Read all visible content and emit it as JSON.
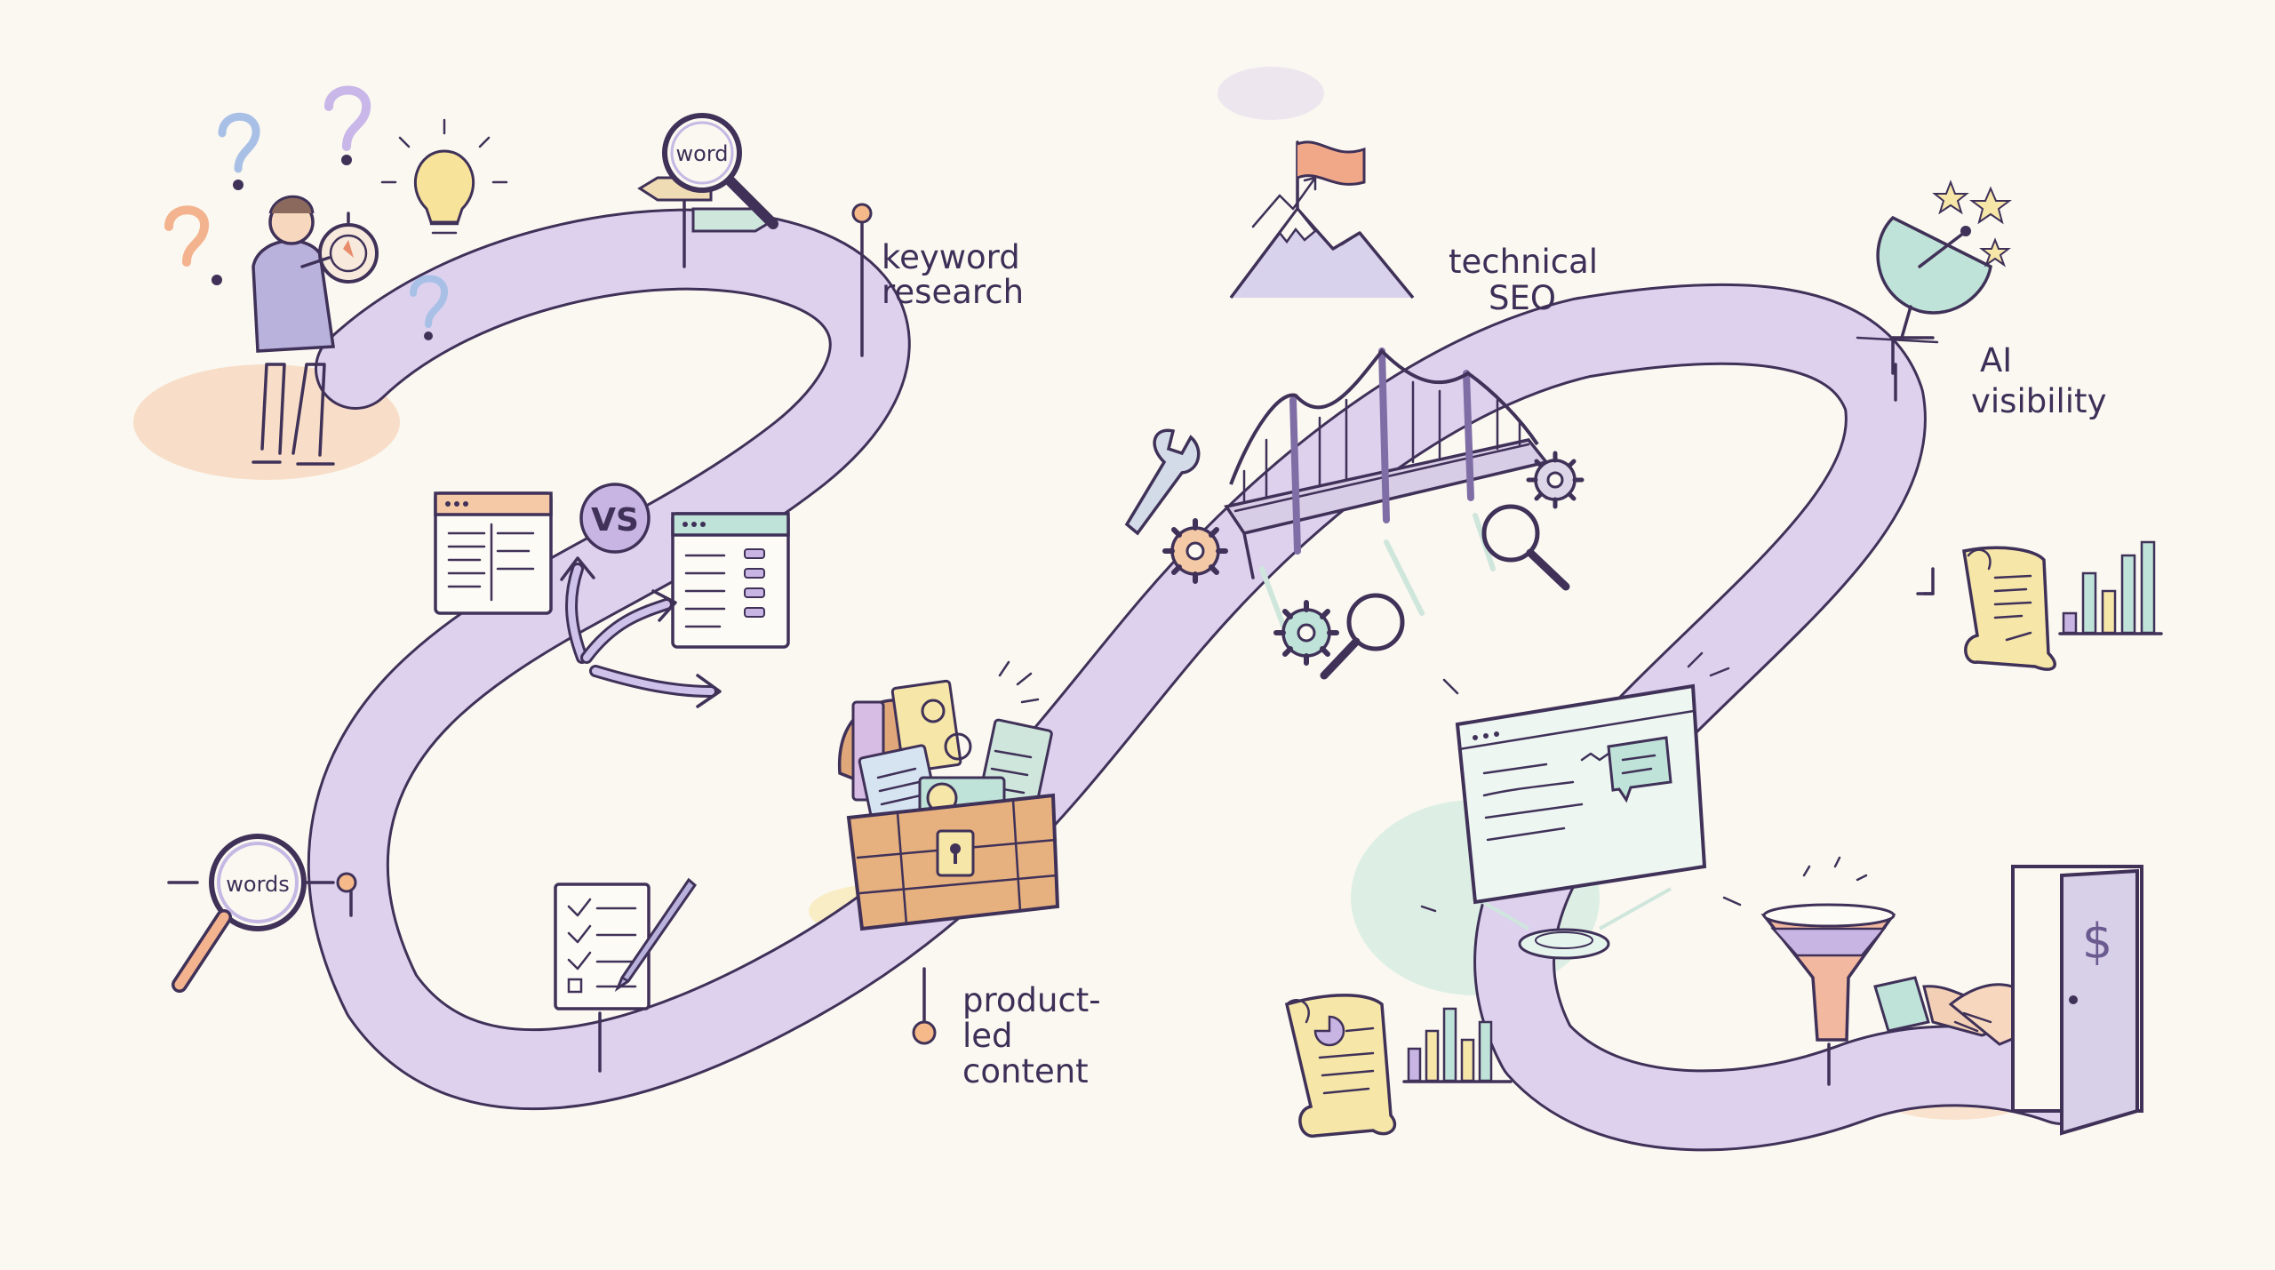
{
  "labels": {
    "keyword_research": [
      "keyword",
      "research"
    ],
    "technical_seo": [
      "technical",
      "SEO"
    ],
    "ai_visibility": [
      "AI",
      "visibility"
    ],
    "product_led_content": [
      "product-",
      "led",
      "content"
    ]
  },
  "badges": {
    "word": "word",
    "words": "words",
    "vs": "VS",
    "dollar": "$"
  },
  "colors": {
    "background": "#fbf8f1",
    "road": "#ddd1ee",
    "ink": "#3f3158",
    "peach": "#f6c9a6",
    "mint": "#c4e7d8",
    "yellow": "#f6e6a8"
  },
  "icons": [
    "person-with-compass-icon",
    "question-mark-icon",
    "lightbulb-icon",
    "signpost-magnifier-icon",
    "browser-window-icon",
    "vs-badge-icon",
    "arrow-icon",
    "magnifier-icon",
    "checklist-icon",
    "pen-icon",
    "treasure-chest-icon",
    "mountain-flag-icon",
    "bridge-icon",
    "wrench-icon",
    "gear-icon",
    "satellite-dish-icon",
    "star-icon",
    "scroll-icon",
    "bar-chart-icon",
    "hologram-screen-icon",
    "chat-bubble-icon",
    "funnel-icon",
    "handshake-icon",
    "door-icon"
  ]
}
